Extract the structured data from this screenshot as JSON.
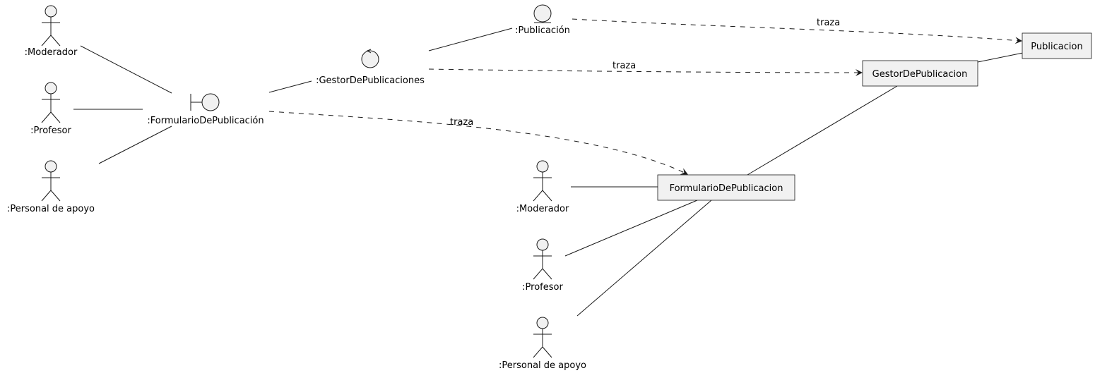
{
  "colors": {
    "fill": "#f1f1f1",
    "stroke": "#181818",
    "text": "#000000",
    "background": "#ffffff"
  },
  "actors": {
    "left_moderador": ":Moderador",
    "left_profesor": ":Profesor",
    "left_personal": ":Personal de apoyo",
    "right_moderador": ":Moderador",
    "right_profesor": ":Profesor",
    "right_personal": ":Personal de apoyo"
  },
  "robustness": {
    "boundary": ":FormularioDePublicación",
    "control": ":GestorDePublicaciones",
    "entity": ":Publicación"
  },
  "classes": {
    "publicacion": "Publicacion",
    "gestor": "GestorDePublicacion",
    "formulario": "FormularioDePublicacion"
  },
  "relations": {
    "trace_entity": "traza",
    "trace_control": "traza",
    "trace_boundary": "traza"
  }
}
